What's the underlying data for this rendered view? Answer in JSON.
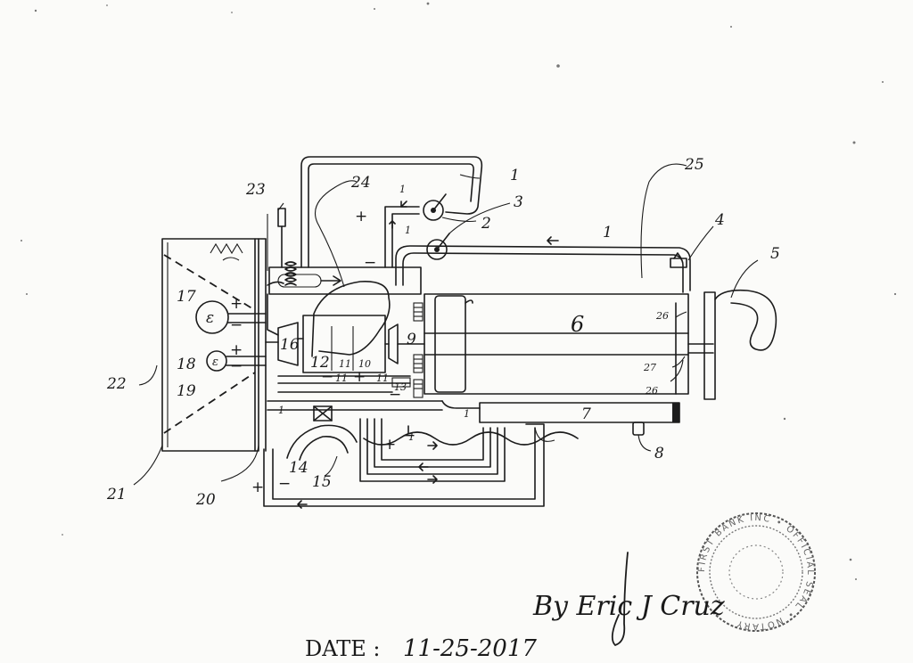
{
  "drawing": {
    "callouts": [
      "1",
      "2",
      "3",
      "4",
      "5",
      "6",
      "7",
      "8",
      "9",
      "10",
      "11",
      "12",
      "13",
      "14",
      "15",
      "16",
      "17",
      "18",
      "19",
      "20",
      "21",
      "22",
      "23",
      "24",
      "25",
      "26",
      "27"
    ],
    "polarity_marks": {
      "plus": "+",
      "minus": "−"
    },
    "battery_symbol": "ε"
  },
  "signature": {
    "text": "By Eric J Cruz"
  },
  "date": {
    "label": "DATE :",
    "value": "11-25-2017"
  },
  "seal": {
    "text": "FIRST BANK INC • OFFICIAL SEAL • NOTARY"
  }
}
